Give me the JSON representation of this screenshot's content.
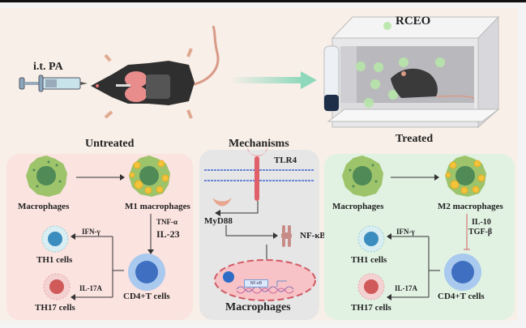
{
  "top": {
    "injection_label": "i.t. PA",
    "chamber_label": "RCEO"
  },
  "untreated": {
    "title": "Untreated",
    "macrophages": "Macrophages",
    "m1": "M1 macrophages",
    "cytokine_1": "TNF-α",
    "cytokine_2": "IL-23",
    "ifn": "IFN-γ",
    "il17": "IL-17A",
    "th1": "TH1 cells",
    "th17": "TH17 cells",
    "cd4": "CD4+T cells"
  },
  "mechanisms": {
    "title": "Mechanisms",
    "receptor": "TLR4",
    "adaptor": "MyD88",
    "factor": "NF-κB",
    "gene_box": "NF-κB",
    "cell": "Macrophages"
  },
  "treated": {
    "title": "Treated",
    "macrophages": "Macrophages",
    "m2": "M2 macrophages",
    "cytokine_1": "IL-10",
    "cytokine_2": "TGF-β",
    "ifn": "IFN-γ",
    "il17": "IL-17A",
    "th1": "TH1 cells",
    "th17": "TH17 cells",
    "cd4": "CD4+T cells"
  },
  "colors": {
    "untreated_panel": "#fbe3e0",
    "mechanisms_panel": "#e6e6e6",
    "treated_panel": "#e1f2e3",
    "arrow_green": "#8fd8bc",
    "inhibit_red": "#d06060"
  }
}
